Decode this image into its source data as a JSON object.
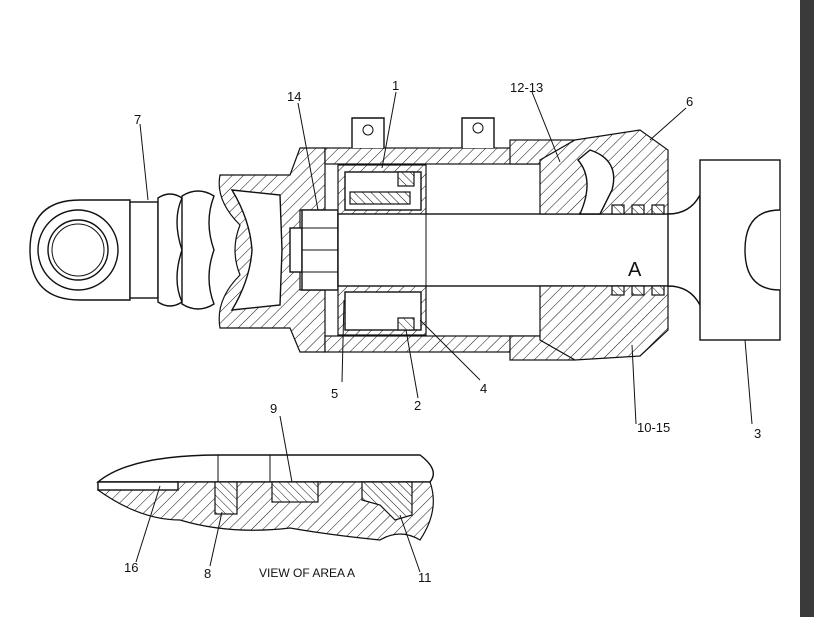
{
  "callouts": {
    "c1": "1",
    "c2": "2",
    "c3": "3",
    "c4": "4",
    "c5": "5",
    "c6": "6",
    "c7": "7",
    "c8": "8",
    "c9": "9",
    "c10_15": "10-15",
    "c11": "11",
    "c12_13": "12-13",
    "c14": "14",
    "c16": "16"
  },
  "area_marker": "A",
  "view_caption": "VIEW OF AREA A",
  "colors": {
    "line": "#111111",
    "background": "#ffffff",
    "scrollbar": "#3a3a3a"
  }
}
